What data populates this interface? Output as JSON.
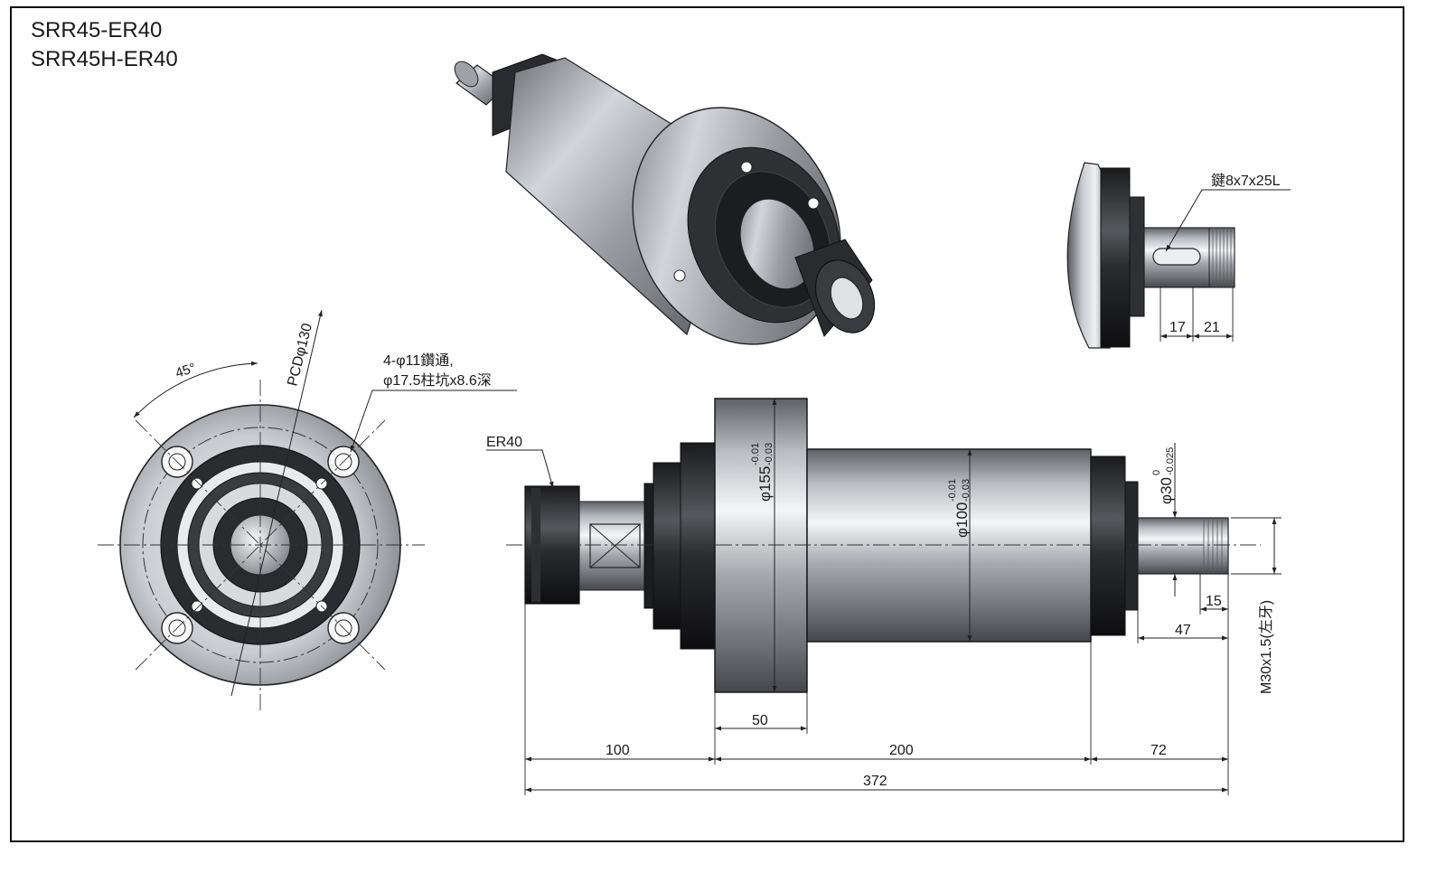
{
  "titles": [
    "SRR45-ER40",
    "SRR45H-ER40"
  ],
  "front_view": {
    "angle_label": "45°",
    "pcd_label": "PCDφ130",
    "hole_note_line1": "4-φ11鑽通,",
    "hole_note_line2": "φ17.5柱坑x8.6深"
  },
  "key_view": {
    "key_label": "鍵8x7x25L",
    "dim_17": "17",
    "dim_21": "21"
  },
  "side_view": {
    "collet_label": "ER40",
    "dia_155": "φ155",
    "dia_155_tol_upper": "-0.01",
    "dia_155_tol_lower": "-0.03",
    "dia_100": "φ100",
    "dia_100_tol_upper": "-0.01",
    "dia_100_tol_lower": "-0.03",
    "dia_30": "φ30",
    "dia_30_tol_upper": "0",
    "dia_30_tol_lower": "-0.025",
    "thread_label": "M30x1.5(左牙)",
    "dim_15": "15",
    "dim_47": "47",
    "dim_50": "50",
    "dim_100": "100",
    "dim_200": "200",
    "dim_72": "72",
    "dim_372": "372"
  }
}
